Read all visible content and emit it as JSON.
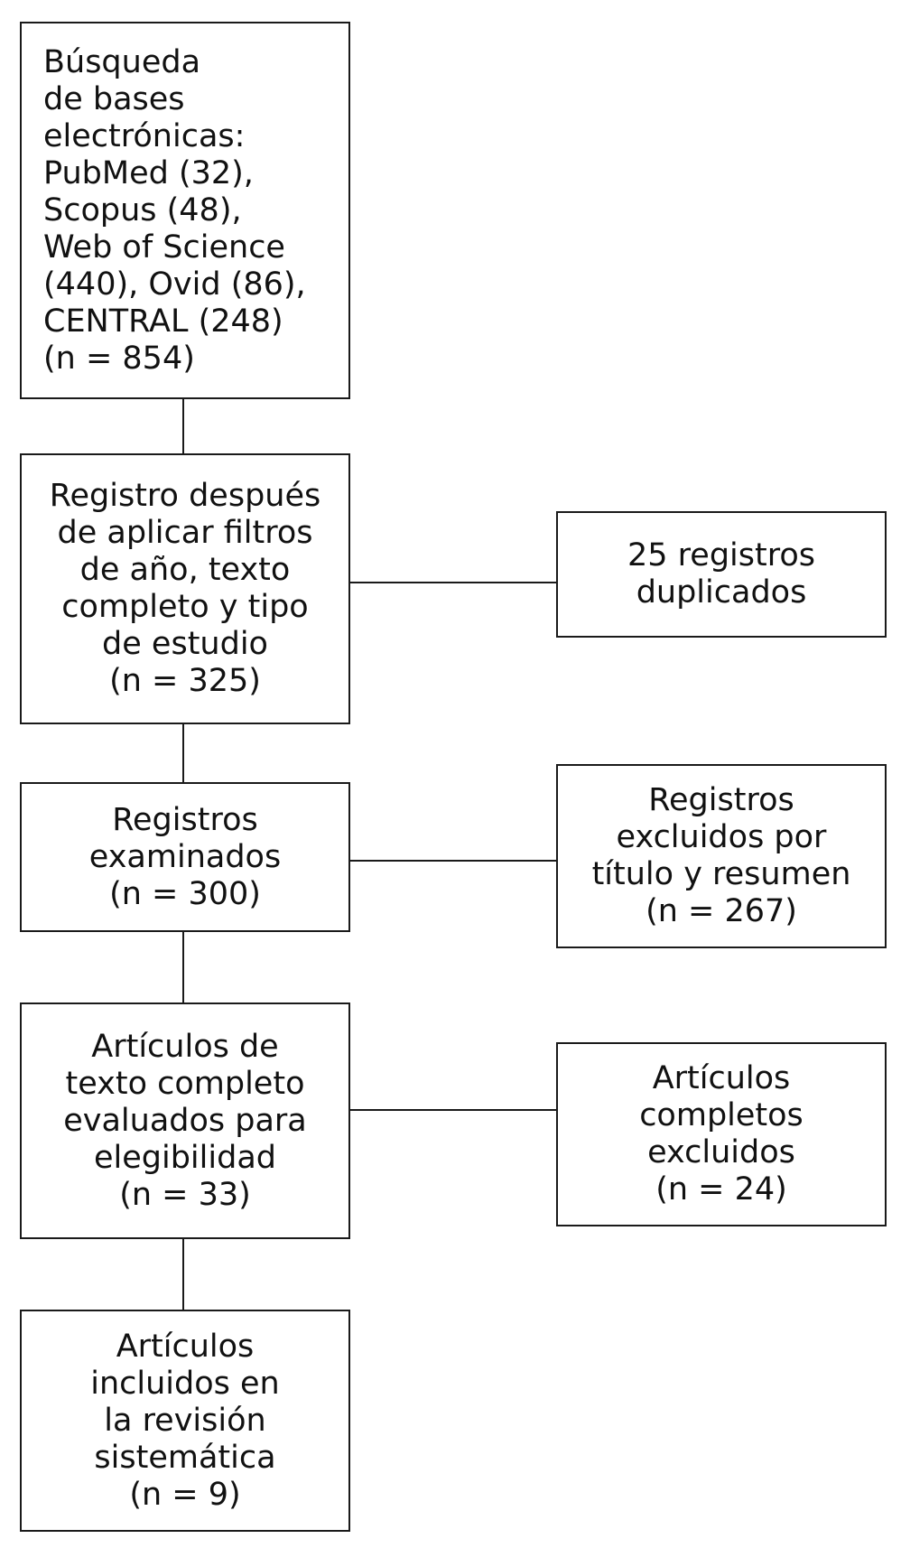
{
  "flowchart": {
    "search": {
      "lines": [
        "Búsqueda",
        "de bases",
        "electrónicas:",
        "PubMed (32),",
        "Scopus (48),",
        "Web of Science",
        "(440), Ovid (86),",
        "CENTRAL (248)",
        "(n = 854)"
      ]
    },
    "filtered": {
      "lines": [
        "Registro después",
        "de aplicar filtros",
        "de año, texto",
        "completo y tipo",
        "de estudio",
        "(n = 325)"
      ]
    },
    "duplicates": {
      "lines": [
        "25 registros",
        "duplicados"
      ]
    },
    "screened": {
      "lines": [
        "Registros",
        "examinados",
        "(n = 300)"
      ]
    },
    "excluded_title": {
      "lines": [
        "Registros",
        "excluidos por",
        "título y resumen",
        "(n = 267)"
      ]
    },
    "eligibility": {
      "lines": [
        "Artículos de",
        "texto completo",
        "evaluados para",
        "elegibilidad",
        "(n = 33)"
      ]
    },
    "excluded_full": {
      "lines": [
        "Artículos",
        "completos",
        "excluidos",
        "(n = 24)"
      ]
    },
    "included": {
      "lines": [
        "Artículos",
        "incluidos en",
        "la revisión",
        "sistemática",
        "(n = 9)"
      ]
    }
  }
}
